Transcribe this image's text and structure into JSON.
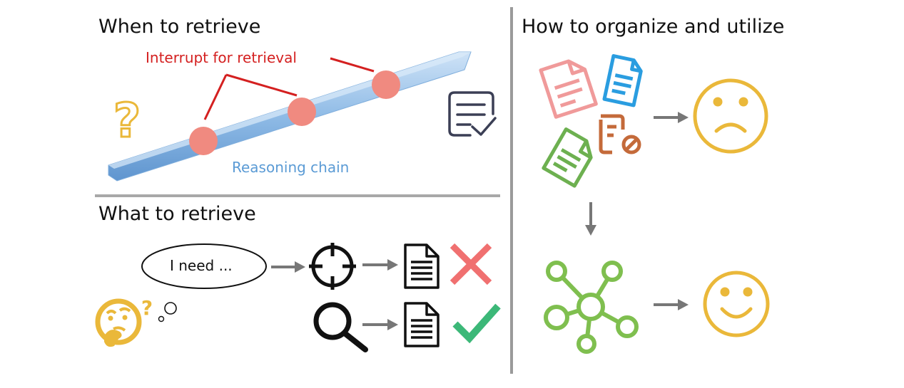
{
  "sections": {
    "when": {
      "title": "When to retrieve",
      "interrupt_label": "Interrupt for retrieval",
      "chain_label": "Reasoning chain"
    },
    "what": {
      "title": "What to retrieve",
      "thought_text": "I need ..."
    },
    "how": {
      "title": "How to organize and utilize"
    }
  },
  "colors": {
    "interrupt": "#d42020",
    "retrieval_point": "#f08a80",
    "chain": "#8fbbe6",
    "chain_text": "#5b9bd5",
    "divider": "#9a9a9a",
    "arrow": "#777777",
    "emoji": "#eab83a",
    "cross": "#f07070",
    "check": "#3cb878",
    "graph": "#7fbf4f"
  },
  "icons": [
    "question-mark-icon",
    "checklist-icon",
    "thinking-face-icon",
    "thought-bubble-icon",
    "crosshair-icon",
    "magnifier-icon",
    "document-icon",
    "cross-icon",
    "check-icon",
    "scattered-documents-icon",
    "sad-face-icon",
    "network-graph-icon",
    "happy-face-icon",
    "arrow-icon"
  ]
}
